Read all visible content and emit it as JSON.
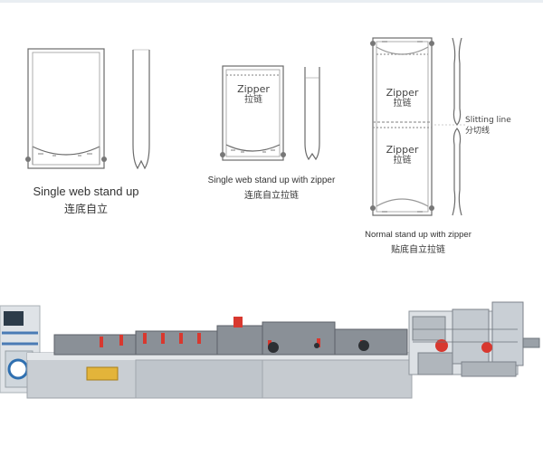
{
  "pouches": {
    "single": {
      "en": "Single web stand up",
      "zh": "连底自立"
    },
    "zipper": {
      "en": "Single web stand up with zipper",
      "zh": "连底自立拉链",
      "zipper_en": "Zipper",
      "zipper_zh": "拉链"
    },
    "normal": {
      "en": "Normal stand up with zipper",
      "zh": "贴底自立拉链",
      "zipper_en": "Zipper",
      "zipper_zh": "拉链"
    }
  },
  "slitting": {
    "en": "Slitting line",
    "zh": "分切线"
  },
  "machine": {
    "brand_plate": ""
  }
}
